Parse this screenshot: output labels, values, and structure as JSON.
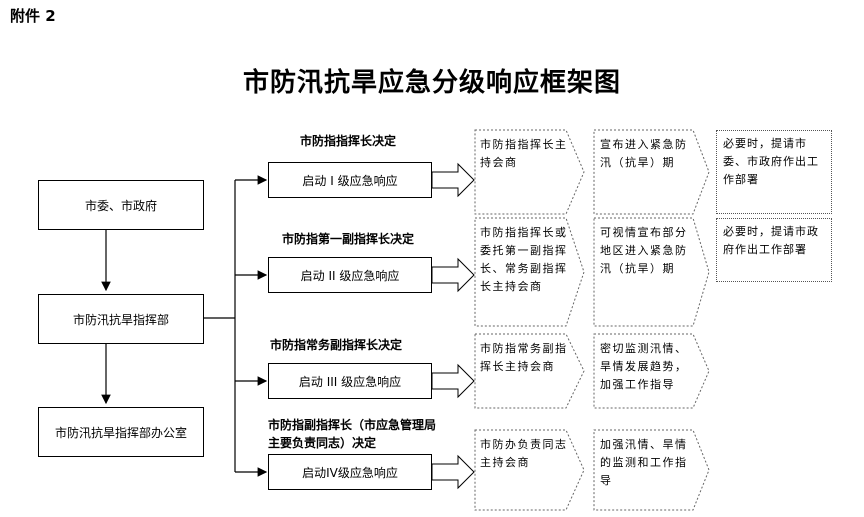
{
  "attachment": "附件 2",
  "title": "市防汛抗旱应急分级响应框架图",
  "left_boxes": {
    "committee": "市委、市政府",
    "headquarters": "市防汛抗旱指挥部",
    "office": "市防汛抗旱指挥部办公室"
  },
  "levels": [
    {
      "decision": "市防指指挥长决定",
      "start": "启动 I 级应急响应",
      "host": "市防指指挥长主持会商",
      "action": "宣布进入紧急防汛（抗旱）期",
      "note": "必要时，提请市委、市政府作出工作部署"
    },
    {
      "decision": "市防指第一副指挥长决定",
      "start": "启动 II 级应急响应",
      "host": "市防指指挥长或委托第一副指挥长、常务副指挥长主持会商",
      "action": "可视情宣布部分地区进入紧急防汛（抗旱）期",
      "note": "必要时，提请市政府作出工作部署"
    },
    {
      "decision": "市防指常务副指挥长决定",
      "start": "启动 III 级应急响应",
      "host": "市防指常务副指挥长主持会商",
      "action": "密切监测汛情、旱情发展趋势，加强工作指导",
      "note": ""
    },
    {
      "decision": "市防指副指挥长（市应急管理局主要负责同志）决定",
      "start": "启动IV级应急响应",
      "host": "市防办负责同志主持会商",
      "action": "加强汛情、旱情的监测和工作指导",
      "note": ""
    }
  ]
}
